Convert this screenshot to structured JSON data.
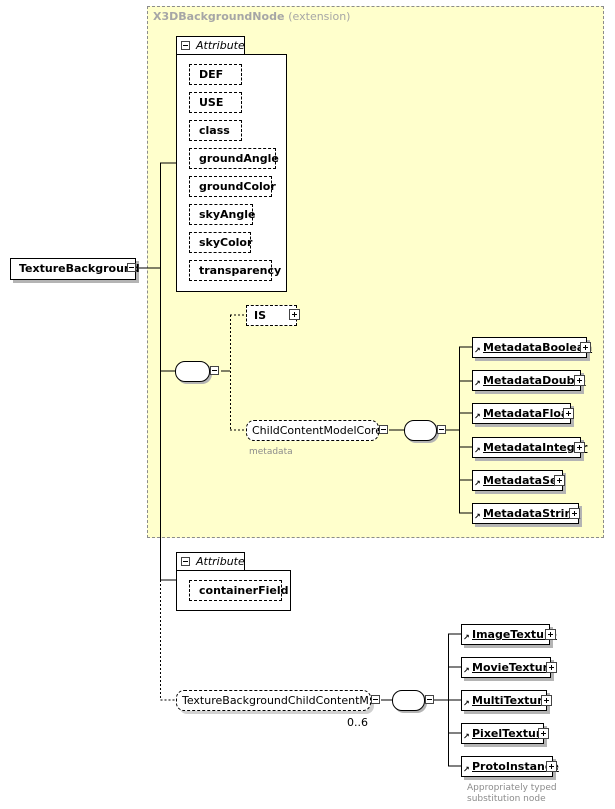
{
  "diagram": {
    "extension": {
      "name": "X3DBackgroundNode",
      "suffix": "(extension)"
    },
    "root": {
      "name": "TextureBackground"
    },
    "attribute_group_label": "Attribute",
    "inner_attributes": [
      "DEF",
      "USE",
      "class",
      "groundAngle",
      "groundColor",
      "skyAngle",
      "skyColor",
      "transparency"
    ],
    "outer_attributes": [
      "containerField"
    ],
    "is_element": {
      "name": "IS"
    },
    "child_content_group": {
      "name": "ChildContentModelCore",
      "note": "metadata"
    },
    "metadata_elements": [
      "MetadataBoolean",
      "MetadataDouble",
      "MetadataFloat",
      "MetadataInteger",
      "MetadataSet",
      "MetadataString"
    ],
    "texture_group": {
      "name": "TextureBackgroundChildContentM...",
      "occurrence": "0..6"
    },
    "texture_elements": [
      "ImageTexture",
      "MovieTexture",
      "MultiTexture",
      "PixelTexture",
      "ProtoInstance"
    ],
    "proto_note_line1": "Appropriately typed",
    "proto_note_line2": "substitution node"
  }
}
